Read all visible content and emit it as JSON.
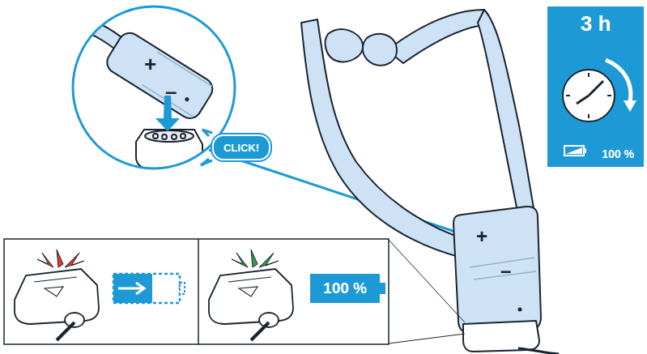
{
  "diagram": {
    "nodes": [
      {
        "text": [
          "CLICK!"
        ]
      },
      {
        "text": [
          "3 h",
          "100 %"
        ]
      },
      {
        "text": [
          "100 %"
        ]
      }
    ],
    "labels": [
      "+",
      "–",
      "+",
      "–"
    ]
  }
}
